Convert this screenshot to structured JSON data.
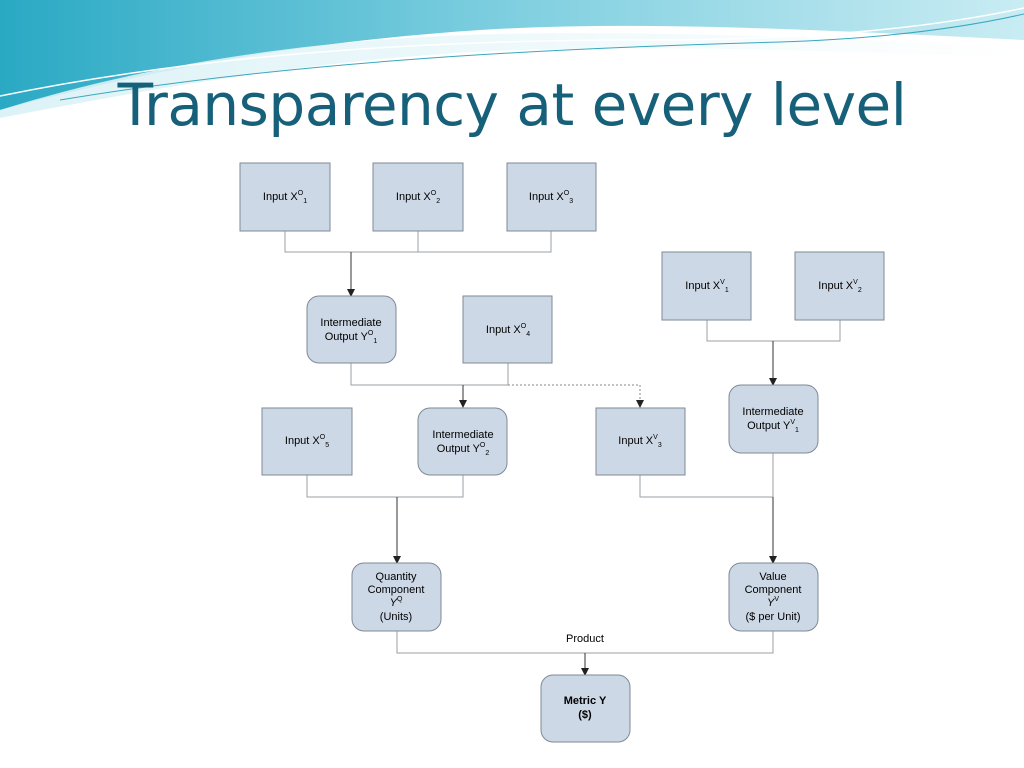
{
  "slide": {
    "title": "Transparency at every level",
    "accent_color": "#17607a",
    "wave_colors": [
      "#2aa9c4",
      "#8fd3e3",
      "#d9f1f6"
    ]
  },
  "diagram": {
    "box_fill": "#cdd8e6",
    "box_stroke": "#7f8a96",
    "nodes": [
      {
        "id": "xo1",
        "label": "Input X",
        "sup": "O",
        "sub": "1"
      },
      {
        "id": "xo2",
        "label": "Input X",
        "sup": "O",
        "sub": "2"
      },
      {
        "id": "xo3",
        "label": "Input X",
        "sup": "O",
        "sub": "3"
      },
      {
        "id": "xv1",
        "label": "Input X",
        "sup": "V",
        "sub": "1"
      },
      {
        "id": "xv2",
        "label": "Input X",
        "sup": "V",
        "sub": "2"
      },
      {
        "id": "yo1",
        "line1": "Intermediate",
        "line2": "Output Y",
        "sup": "O",
        "sub": "1"
      },
      {
        "id": "xo4",
        "label": "Input X",
        "sup": "O",
        "sub": "4"
      },
      {
        "id": "yv1",
        "line1": "Intermediate",
        "line2": "Output Y",
        "sup": "V",
        "sub": "1"
      },
      {
        "id": "xo5",
        "label": "Input X",
        "sup": "O",
        "sub": "5"
      },
      {
        "id": "yo2",
        "line1": "Intermediate",
        "line2": "Output Y",
        "sup": "O",
        "sub": "2"
      },
      {
        "id": "xv3",
        "label": "Input X",
        "sup": "V",
        "sub": "3"
      },
      {
        "id": "qty",
        "line1": "Quantity",
        "line2": "Component",
        "line3": "Y",
        "sup": "Q",
        "line4": "(Units)"
      },
      {
        "id": "val",
        "line1": "Value",
        "line2": "Component",
        "line3": "Y",
        "sup": "V",
        "line4": "($ per Unit)"
      },
      {
        "id": "metric",
        "line1": "Metric Y",
        "line2": "($)"
      }
    ],
    "product_label": "Product"
  }
}
